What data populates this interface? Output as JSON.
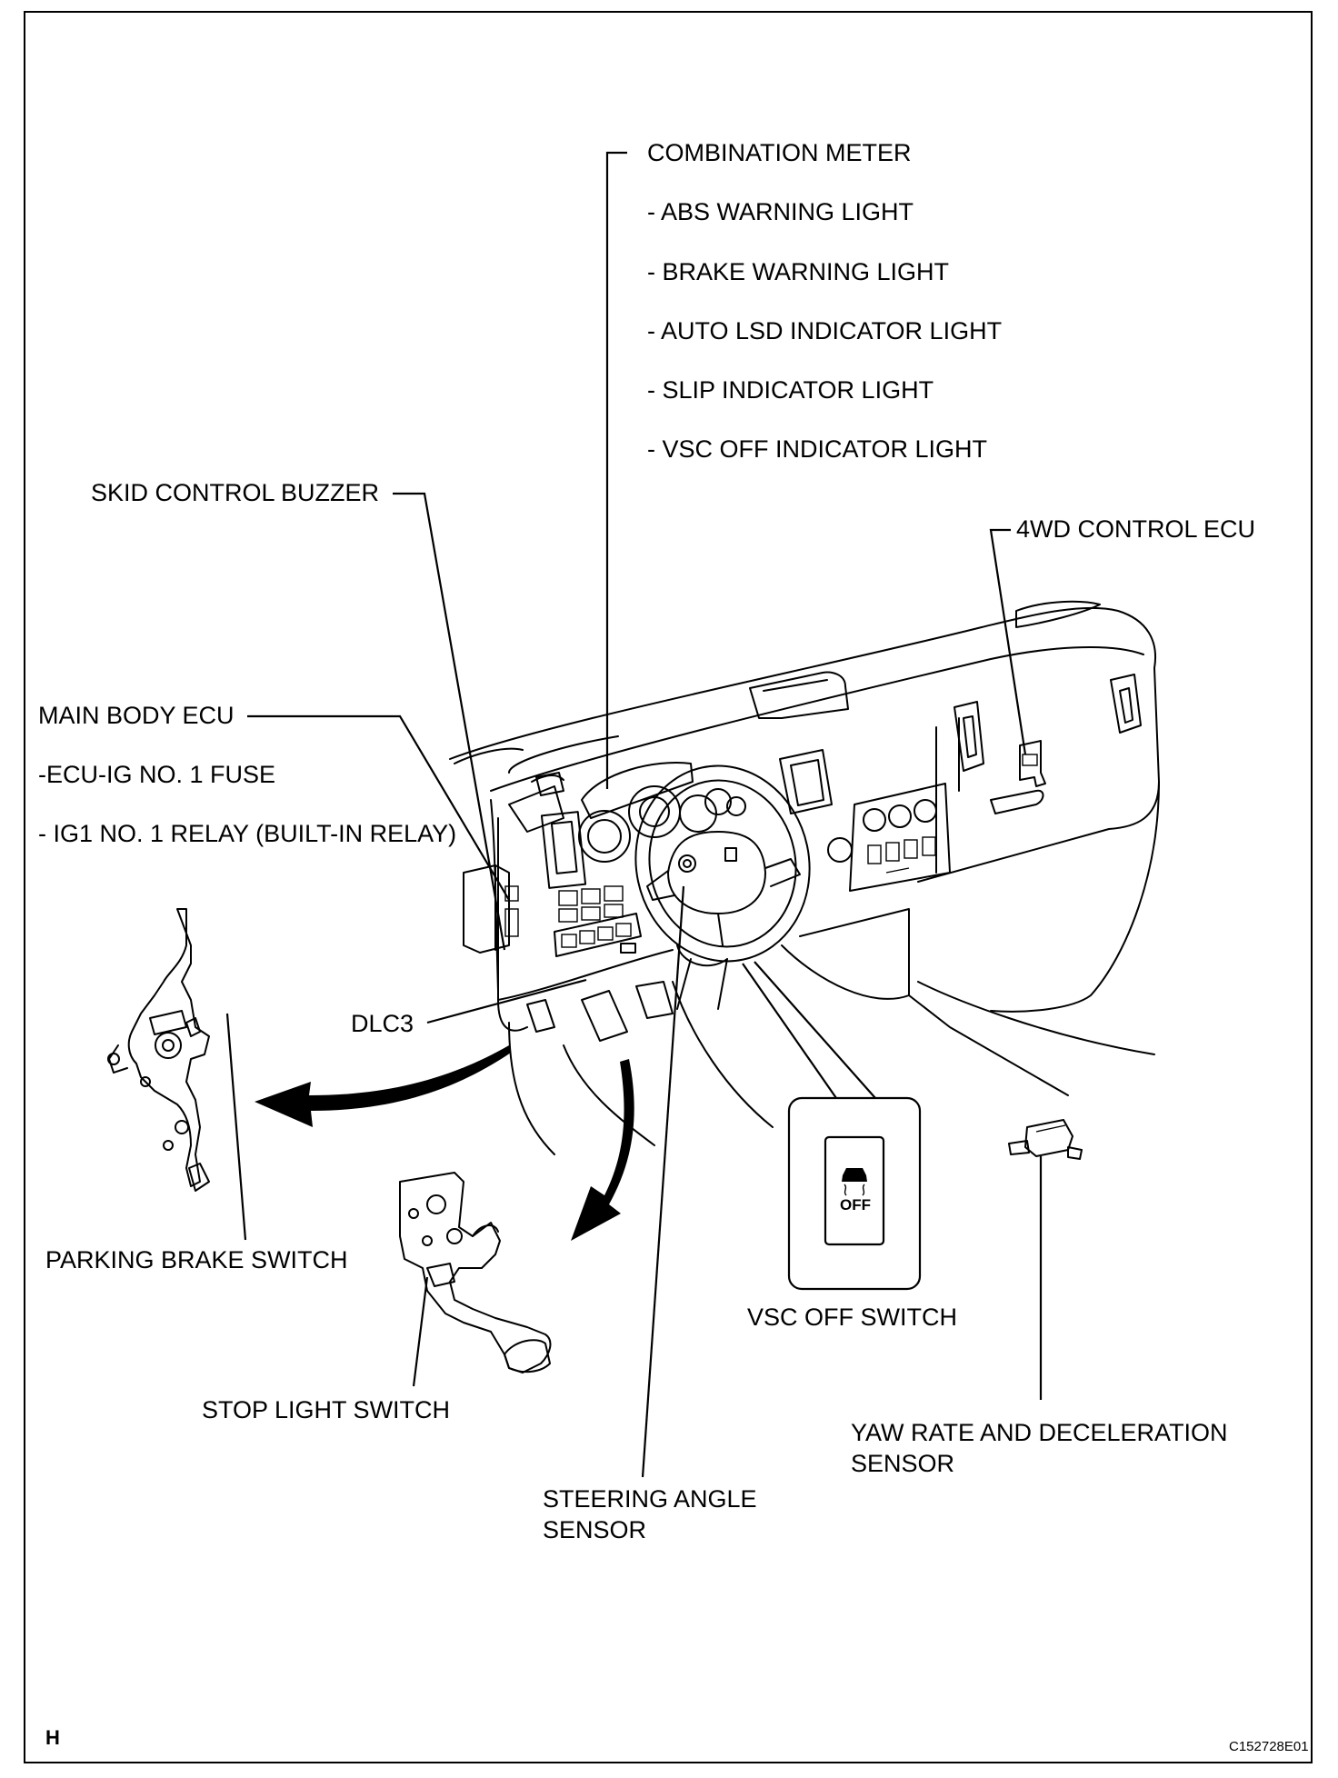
{
  "labels": {
    "combination_meter": "COMBINATION METER",
    "abs_warning": "- ABS WARNING LIGHT",
    "brake_warning": "- BRAKE WARNING LIGHT",
    "auto_lsd": "- AUTO LSD INDICATOR LIGHT",
    "slip_indicator": "- SLIP INDICATOR LIGHT",
    "vsc_off_indicator": "- VSC OFF INDICATOR LIGHT",
    "skid_control_buzzer": "SKID CONTROL BUZZER",
    "fourwd_control_ecu": "4WD CONTROL ECU",
    "main_body_ecu": "MAIN BODY ECU",
    "ecu_ig_fuse": "-ECU-IG NO. 1 FUSE",
    "ig1_relay": "- IG1 NO. 1 RELAY (BUILT-IN RELAY)",
    "dlc3": "DLC3",
    "parking_brake_switch": "PARKING BRAKE SWITCH",
    "stop_light_switch": "STOP LIGHT SWITCH",
    "vsc_off_switch": "VSC OFF SWITCH",
    "yaw_rate_line1": "YAW RATE AND DECELERATION",
    "yaw_rate_line2": "SENSOR",
    "steering_angle_line1": "STEERING ANGLE",
    "steering_angle_line2": "SENSOR",
    "switch_face": "OFF"
  },
  "footer": {
    "section": "H",
    "figure_code": "C152728E01"
  }
}
